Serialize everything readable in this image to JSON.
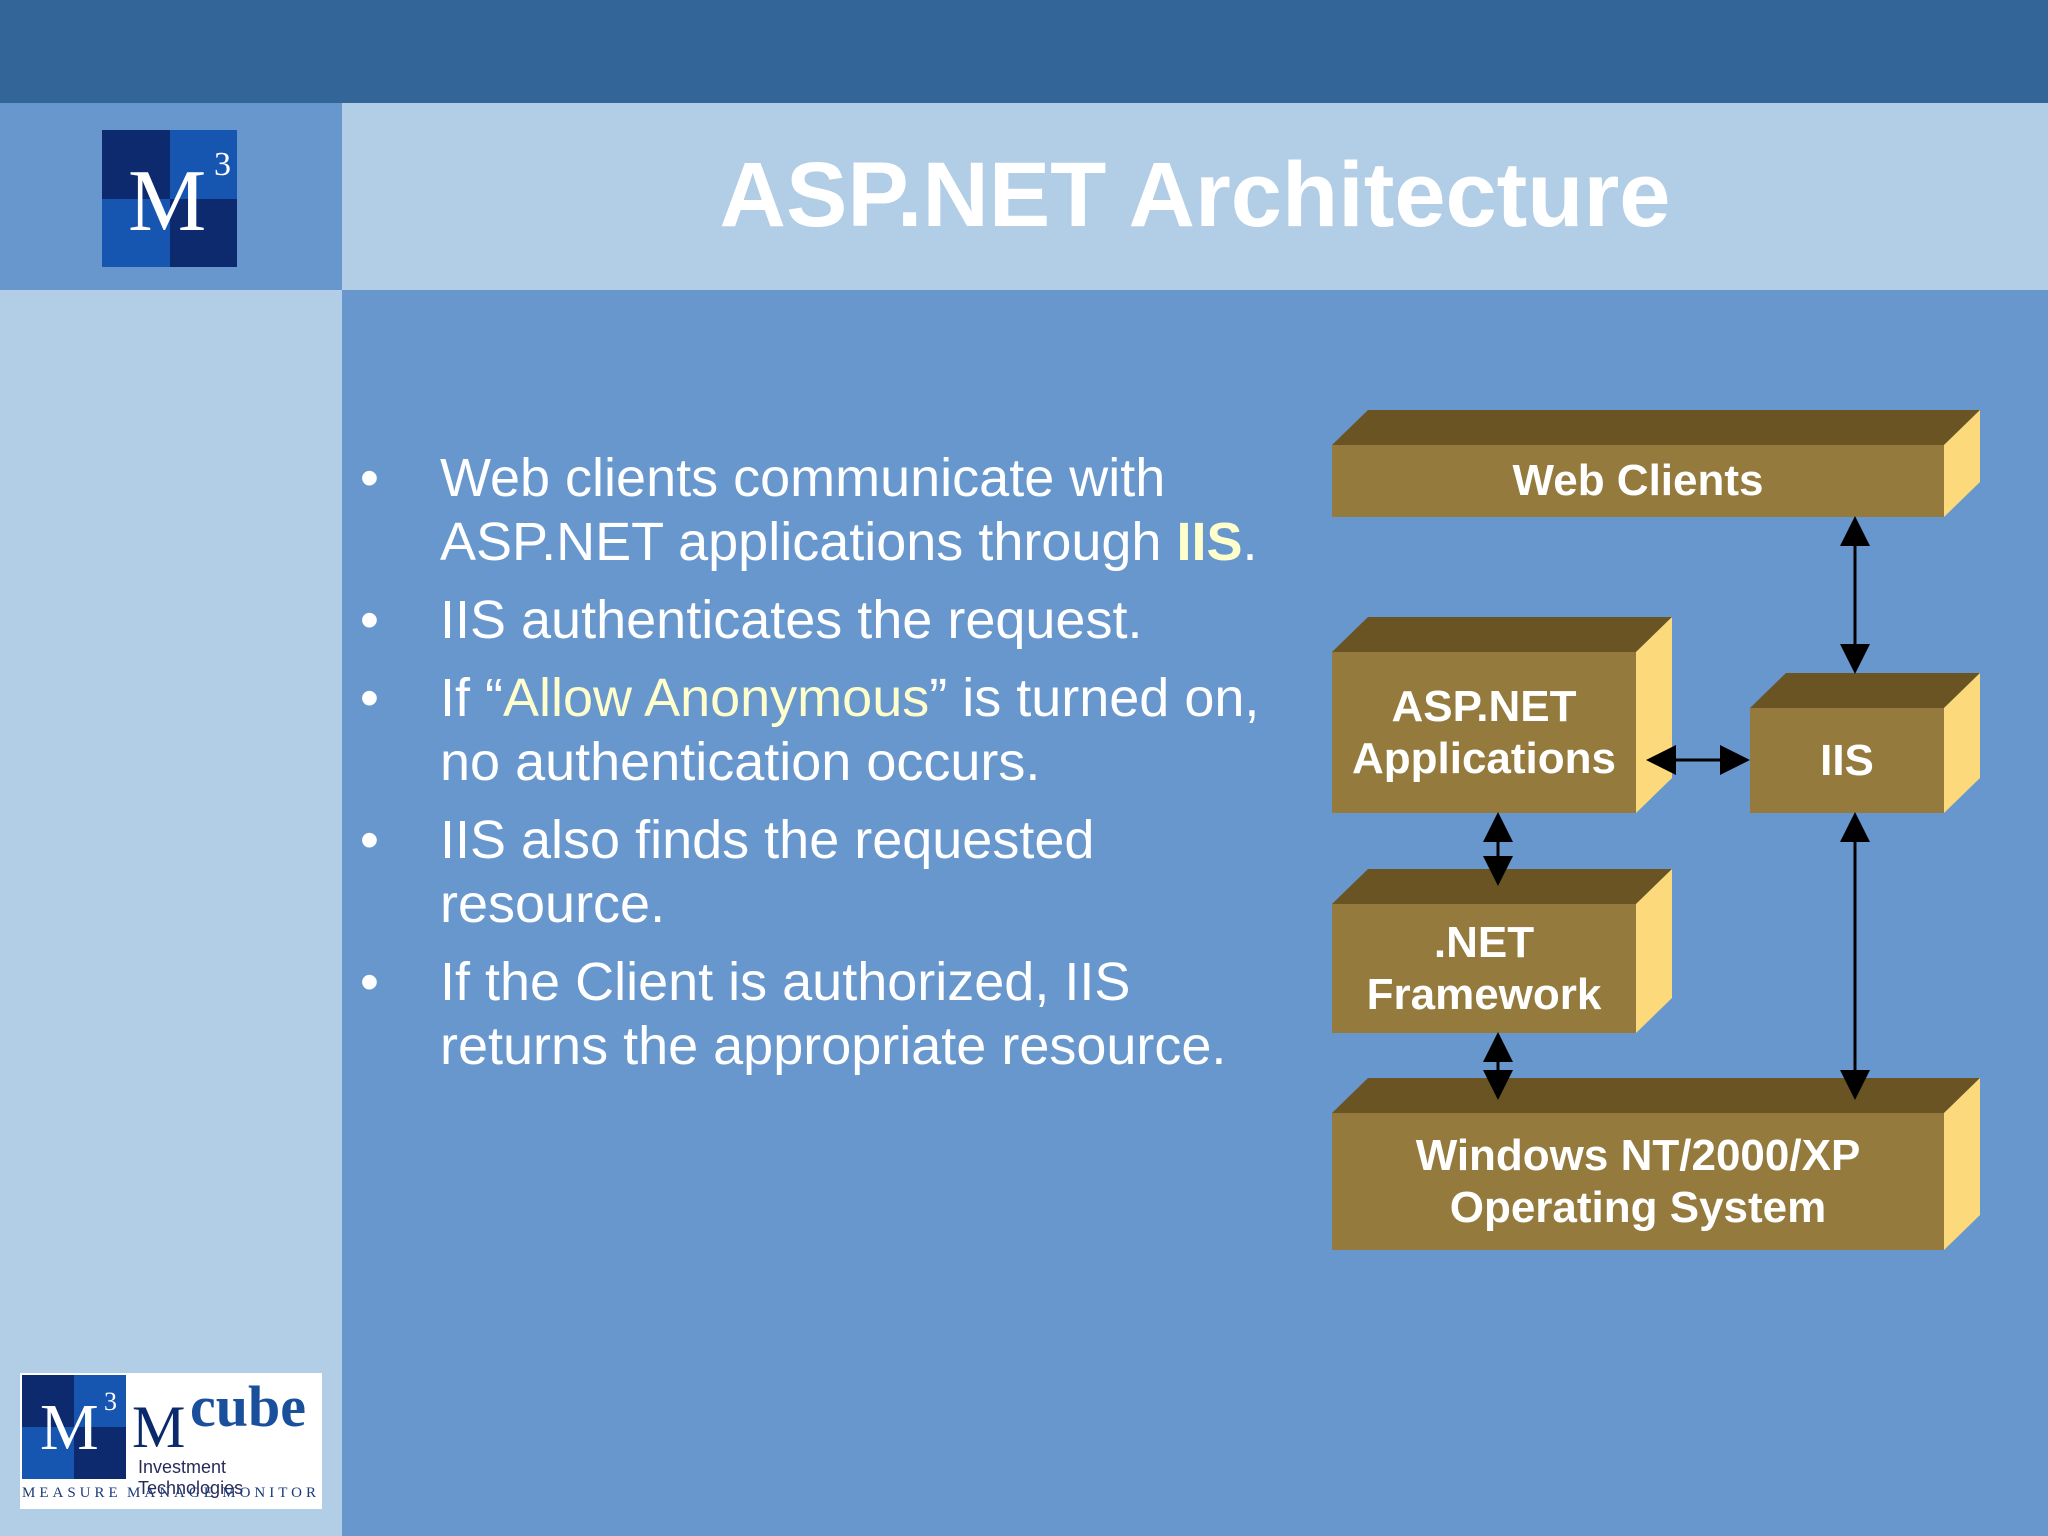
{
  "slide": {
    "title": "ASP.NET Architecture"
  },
  "logo": {
    "letter": "M",
    "superscript": "3"
  },
  "bullets": [
    {
      "segments": [
        "Web clients communicate with ASP.NET applications through ",
        "IIS",
        "."
      ]
    },
    {
      "segments": [
        "IIS authenticates the request."
      ]
    },
    {
      "segments": [
        "If “",
        "Allow Anonymous",
        "” is turned on, no authentication occurs."
      ]
    },
    {
      "segments": [
        "IIS also finds the requested resource."
      ]
    },
    {
      "segments": [
        "If the Client is authorized, IIS returns the appropriate resource."
      ]
    }
  ],
  "bullet_symbol": "•",
  "diagram": {
    "web_clients": "Web Clients",
    "aspnet_line1": "ASP.NET",
    "aspnet_line2": "Applications",
    "iis": "IIS",
    "netfw_line1": ".NET",
    "netfw_line2": "Framework",
    "os_line1": "Windows NT/2000/XP",
    "os_line2": "Operating System"
  },
  "footer_logo": {
    "letter": "M",
    "superscript": "3",
    "brand_M": "M",
    "brand_rest": "cube",
    "subtitle": "Investment Technologies",
    "tag1": "MEASURE",
    "tag2": "MANAGE",
    "tag3": "MONITOR"
  },
  "colors": {
    "box_front": "#947a3c",
    "box_top": "#6b5424",
    "box_side": "#fcd97a",
    "highlight_text": "#ffffcc",
    "background": "#6797cc",
    "header_band": "#336598",
    "light_panel": "#b2cde6"
  }
}
